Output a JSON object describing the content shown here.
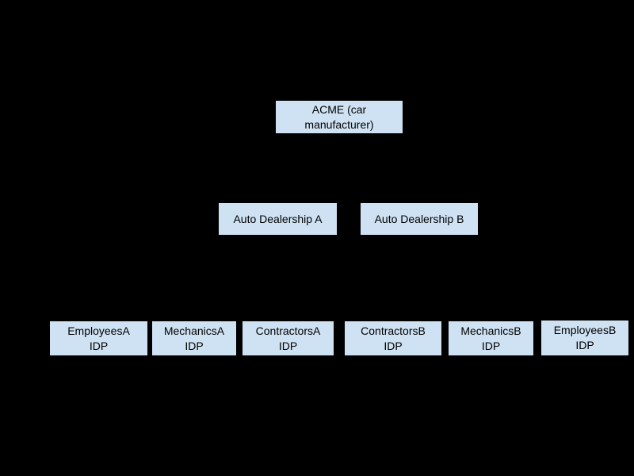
{
  "colors": {
    "background": "#000000",
    "node_fill": "#cfe2f3",
    "node_text": "#000000"
  },
  "nodes": {
    "acme": {
      "line1": "ACME (car",
      "line2": "manufacturer)"
    },
    "dealership_a": {
      "label": "Auto Dealership A"
    },
    "dealership_b": {
      "label": "Auto Dealership B"
    },
    "employees_a": {
      "line1": "EmployeesA",
      "line2": "IDP"
    },
    "mechanics_a": {
      "line1": "MechanicsA",
      "line2": "IDP"
    },
    "contractors_a": {
      "line1": "ContractorsA",
      "line2": "IDP"
    },
    "contractors_b": {
      "line1": "ContractorsB",
      "line2": "IDP"
    },
    "mechanics_b": {
      "line1": "MechanicsB",
      "line2": "IDP"
    },
    "employees_b": {
      "line1": "EmployeesB",
      "line2": "IDP"
    }
  }
}
